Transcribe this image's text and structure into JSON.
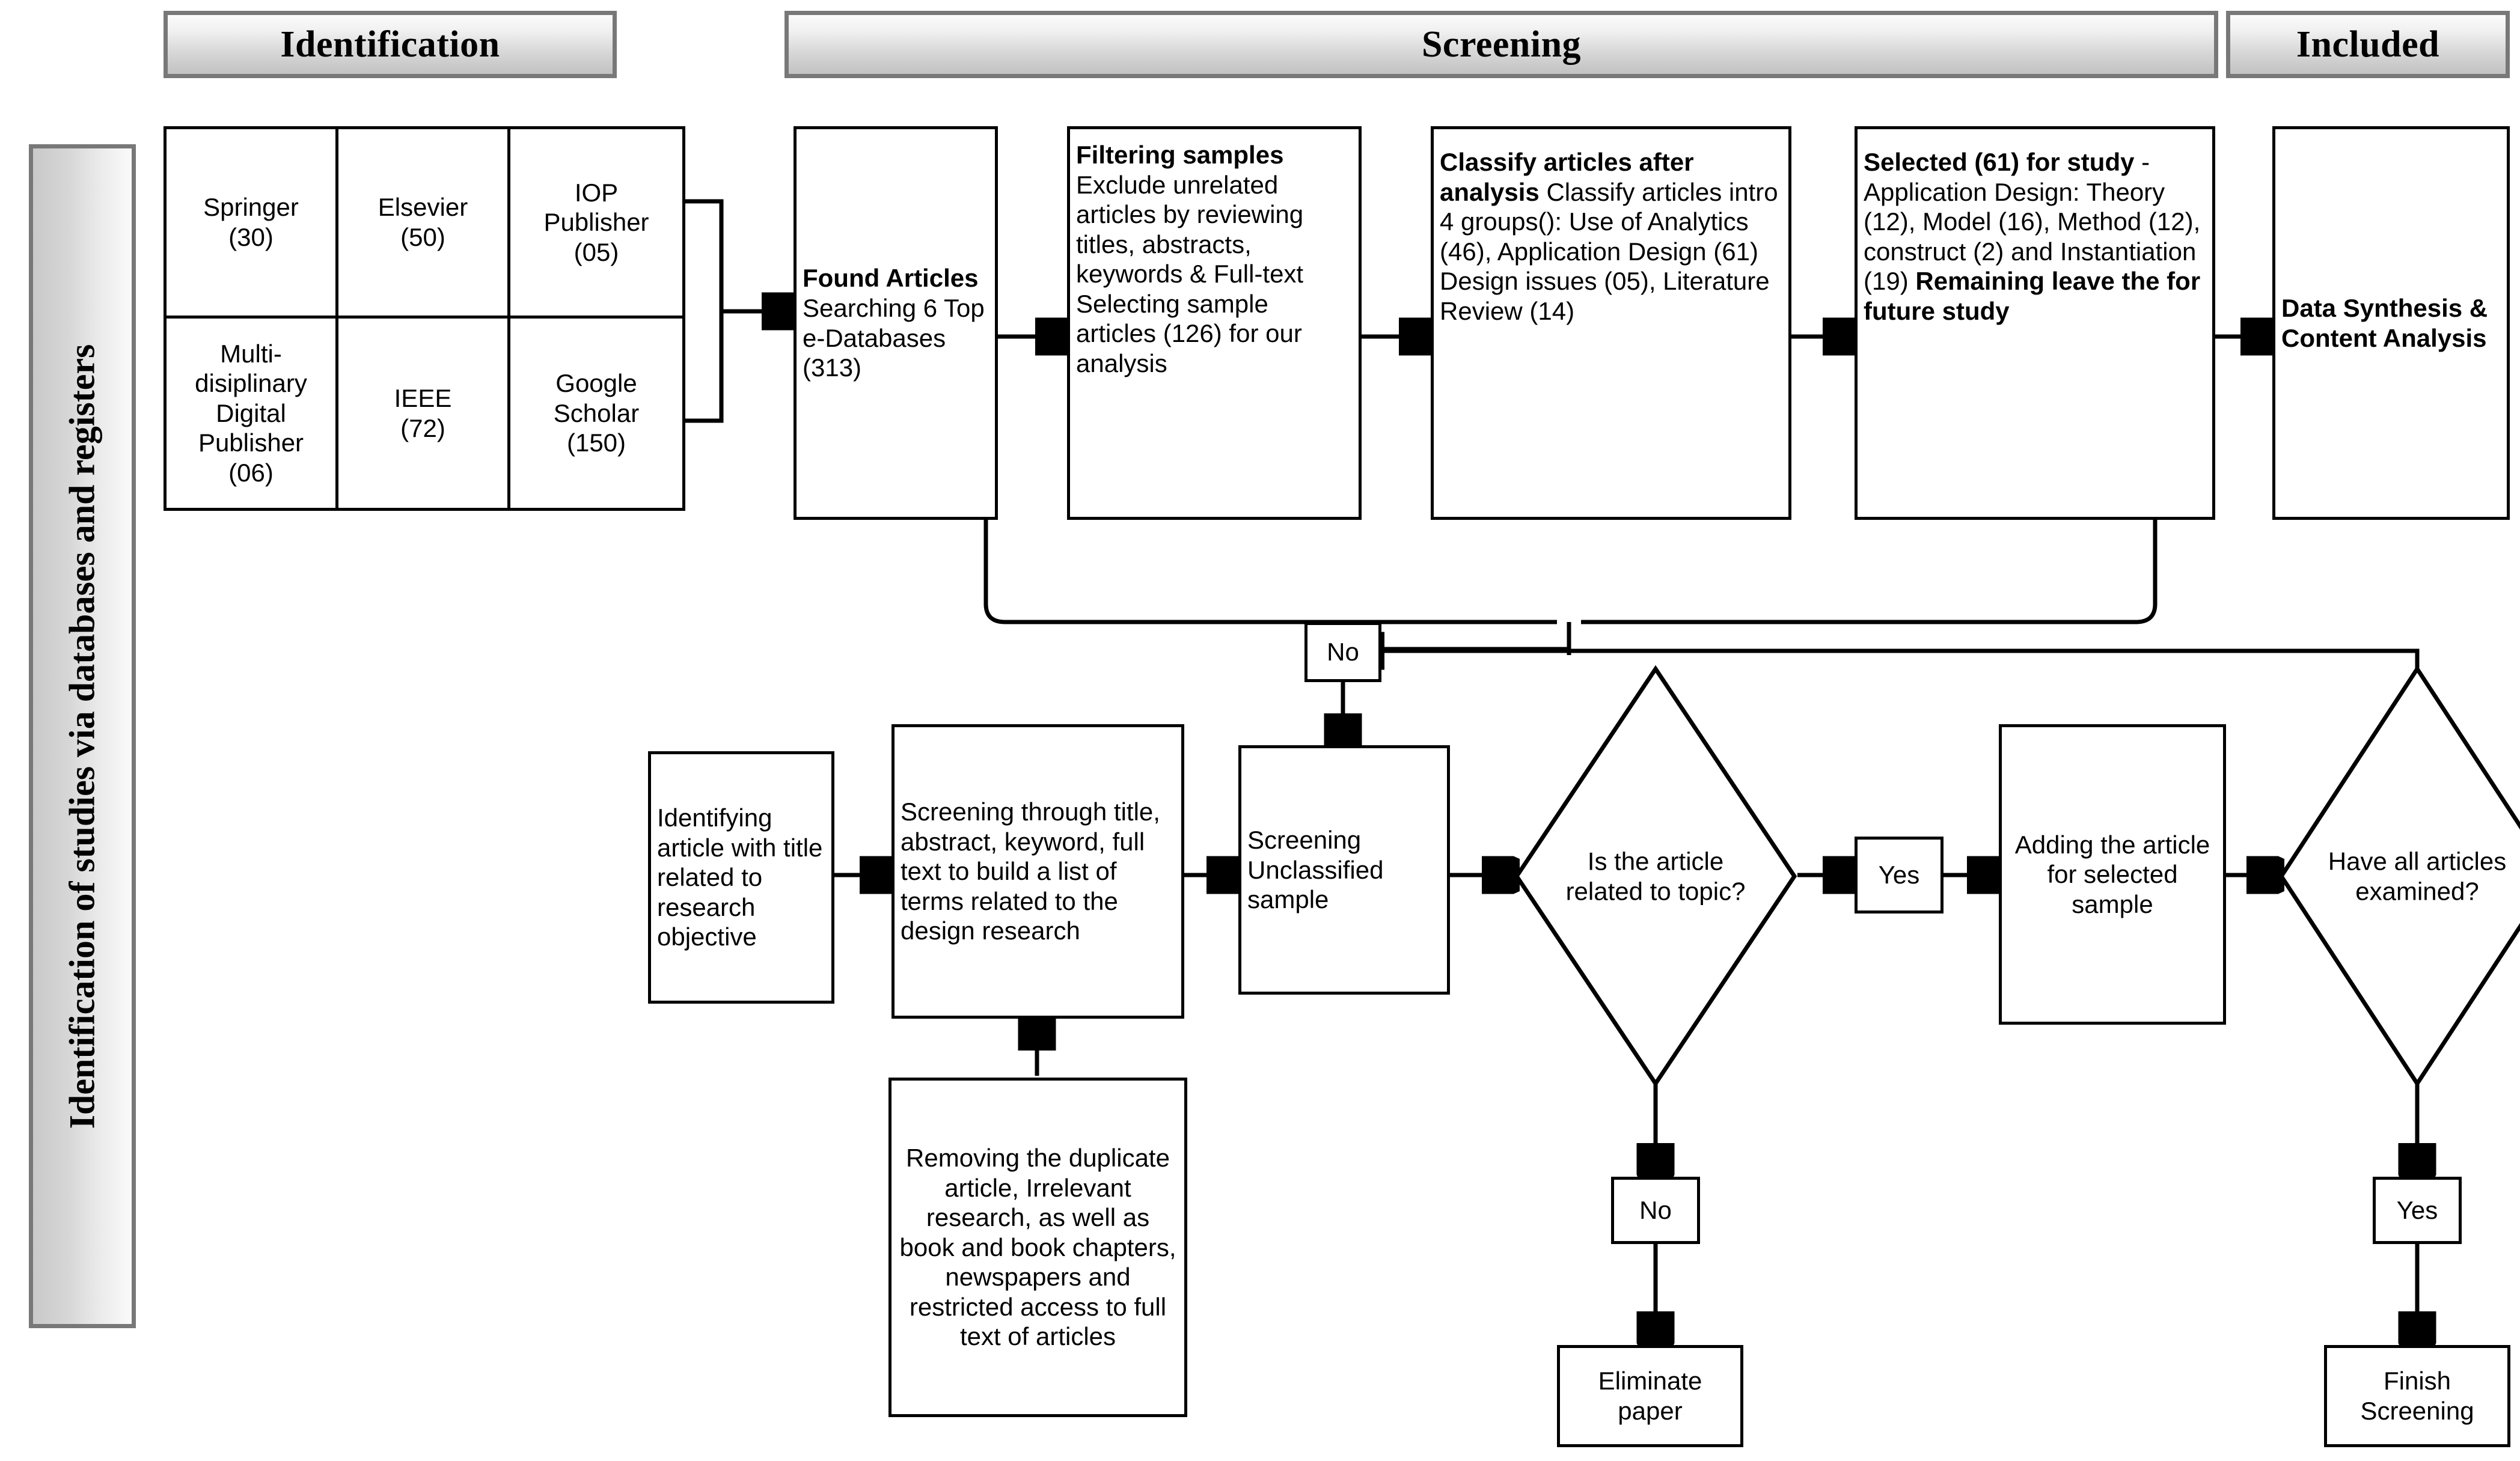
{
  "side_band": {
    "label": "Identification of studies via databases and registers"
  },
  "stage_headers": [
    {
      "key": "identification",
      "label": "Identification"
    },
    {
      "key": "screening",
      "label": "Screening"
    },
    {
      "key": "included",
      "label": "Included"
    }
  ],
  "identification": {
    "publisher_grid": {
      "cells": [
        {
          "name": "Springer",
          "count": "(30)",
          "text": "Springer\n(30)"
        },
        {
          "name": "Elsevier",
          "count": "(50)",
          "text": "Elsevier\n(50)"
        },
        {
          "name": "IOP Publisher",
          "count": "(05)",
          "text": "IOP\nPublisher\n(05)"
        },
        {
          "name": "Multi-disiplinary Digital Publisher",
          "count": "(06)",
          "text": "Multi-\ndisiplinary\nDigital\nPublisher\n(06)"
        },
        {
          "name": "IEEE",
          "count": "(72)",
          "text": "IEEE\n(72)"
        },
        {
          "name": "Google Scholar",
          "count": "(150)",
          "text": "Google\nScholar\n(150)"
        }
      ]
    }
  },
  "screening": {
    "found_articles": {
      "title": "Found Articles",
      "body": "Searching 6 Top e-Databases (313)",
      "count": "313"
    },
    "filtering_samples": {
      "title": "Filtering samples",
      "body": "Exclude unrelated articles by reviewing titles, abstracts, keywords & Full-text Selecting sample articles (126) for our analysis",
      "count": "126"
    },
    "classify_articles": {
      "title": "Classify articles after analysis",
      "body": "Classify articles intro 4 groups():",
      "groups": [
        {
          "label": "Use of Analytics",
          "count": "(46)"
        },
        {
          "label": "Application Design",
          "count": "(61)"
        },
        {
          "label": "Design issues",
          "count": "(05)"
        },
        {
          "label": "Literature Review",
          "count": "(14)"
        }
      ],
      "groups_text": "Use of Analytics (46), Application Design (61) Design issues (05), Literature Review (14)"
    },
    "selected_for_study": {
      "title": "Selected (61) for study",
      "body": "- Application Design: Theory (12), Model (16), Method (12), construct (2) and Instantiation (19)",
      "footer": "Remaining leave the for future study",
      "selected_count": "61",
      "breakdown": [
        {
          "label": "Theory",
          "count": "(12)"
        },
        {
          "label": "Model",
          "count": "(16)"
        },
        {
          "label": "Method",
          "count": "(12)"
        },
        {
          "label": "construct",
          "count": "(2)"
        },
        {
          "label": "Instantiation",
          "count": "(19)"
        }
      ]
    }
  },
  "included": {
    "data_synthesis": {
      "title": "Data Synthesis & Content Analysis"
    }
  },
  "workflow": {
    "identifying_article": "Identifying article with title related to research objective",
    "screening_terms": "Screening through title, abstract, keyword, full text to build a list of terms related to the design research",
    "removing_duplicates": "Removing the duplicate article, Irrelevant research, as well as book and book chapters, newspapers and restricted access to full text of articles",
    "screening_unclassified": "Screening Unclassified sample",
    "decision_related": "Is the article related to topic?",
    "decision_all_examined": "Have all articles examined?",
    "adding_article": "Adding the article for selected sample",
    "label_no_loop": "No",
    "label_yes_related": "Yes",
    "label_no_related": "No",
    "label_yes_examined": "Yes",
    "eliminate_paper": "Eliminate paper",
    "finish_screening": "Finish Screening"
  },
  "colors": {
    "stroke": "#000000",
    "header_border": "#787878",
    "background": "#ffffff"
  }
}
